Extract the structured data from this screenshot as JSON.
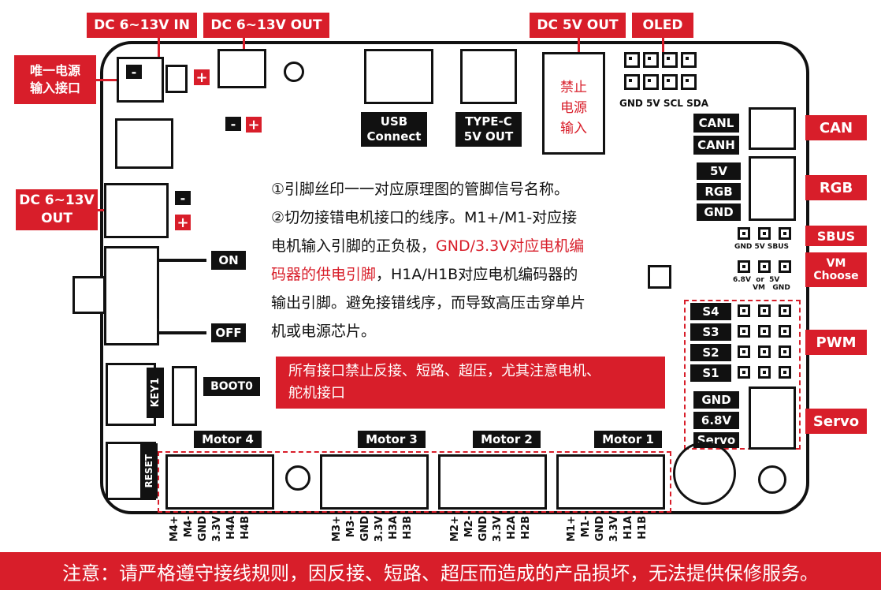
{
  "top_labels": {
    "dc_in": "DC 6~13V IN",
    "dc_out_top": "DC 6~13V OUT",
    "dc_5v_out": "DC 5V OUT",
    "oled": "OLED"
  },
  "left_labels": {
    "power_only": "唯一电源\n输入接口",
    "dc_out_left_1": "DC 6~13V",
    "dc_out_left_2": "OUT",
    "on": "ON",
    "off": "OFF",
    "key1": "KEY1",
    "boot0": "BOOT0",
    "reset": "RESET"
  },
  "board_labels": {
    "usb_1": "USB",
    "usb_2": "Connect",
    "typec_1": "TYPE-C",
    "typec_2": "5V OUT",
    "forbid_1": "禁止",
    "forbid_2": "电源",
    "forbid_3": "输入",
    "oled_pins": "GND 5V SCL SDA",
    "minus": "-",
    "plus": "+"
  },
  "right_labels": {
    "canl": "CANL",
    "canh": "CANH",
    "can": "CAN",
    "v5": "5V",
    "rgb_pin": "RGB",
    "gnd_rgb": "GND",
    "rgb": "RGB",
    "sbus": "SBUS",
    "sbus_pins": "GND 5V SBUS",
    "vm_choose_1": "VM",
    "vm_choose_2": "Choose",
    "vm_sel_1": "6.8V",
    "vm_sel_2": "or",
    "vm_sel_3": "5V",
    "vm_sel_4": "VM",
    "vm_sel_5": "GND",
    "s4": "S4",
    "s3": "S3",
    "s2": "S2",
    "s1": "S1",
    "pwm": "PWM",
    "gnd_servo": "GND",
    "v68": "6.8V",
    "servo_pin": "Servo",
    "servo": "Servo"
  },
  "notes": {
    "line1": "①引脚丝印一一对应原理图的管脚信号名称。",
    "line2": "②切勿接错电机接口的线序。M1+/M1-对应接",
    "line3": "电机输入引脚的正负极，",
    "line3_red": "GND/3.3V对应电机编",
    "line4_red": "码器的供电引脚",
    "line4": "，H1A/H1B对应电机编码器的",
    "line5": "输出引脚。避免接错线序，而导致高压击穿单片",
    "line6": "机或电源芯片。"
  },
  "warning_box": {
    "line1": "所有接口禁止反接、短路、超压，尤其注意电机、",
    "line2": "舵机接口"
  },
  "motors": [
    {
      "name": "Motor 4",
      "pins": [
        "M4+",
        "M4-",
        "GND",
        "3.3V",
        "H4A",
        "H4B"
      ]
    },
    {
      "name": "Motor 3",
      "pins": [
        "M3+",
        "M3-",
        "GND",
        "3.3V",
        "H3A",
        "H3B"
      ]
    },
    {
      "name": "Motor 2",
      "pins": [
        "M2+",
        "M2-",
        "GND",
        "3.3V",
        "H2A",
        "H2B"
      ]
    },
    {
      "name": "Motor 1",
      "pins": [
        "M1+",
        "M1-",
        "GND",
        "3.3V",
        "H1A",
        "H1B"
      ]
    }
  ],
  "bottom_warning": "注意：请严格遵守接线规则，因反接、短路、超压而造成的产品损坏，无法提供保修服务。",
  "colors": {
    "accent": "#d81e2a",
    "dark": "#111111"
  }
}
